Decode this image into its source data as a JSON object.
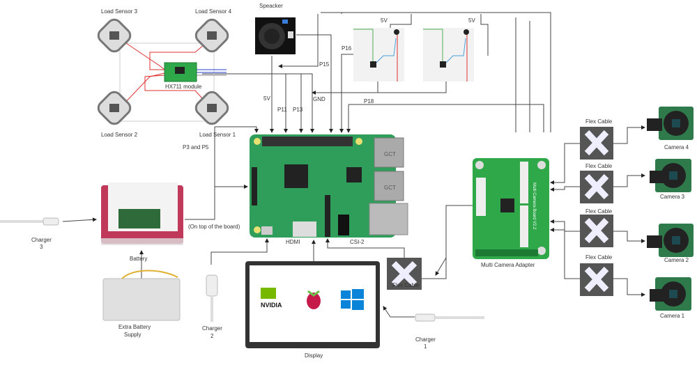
{
  "labels": {
    "load_sensor_3": "Load Sensor 3",
    "load_sensor_4": "Load Sensor 4",
    "load_sensor_2": "Load Sensor 2",
    "load_sensor_1": "Load Sensor 1",
    "hx711": "HX711 module",
    "speaker": "Speacker",
    "v5_a": "5V",
    "v5_b": "5V",
    "v5_pi": "5V",
    "p11": "P11",
    "p13": "P13",
    "gnd": "GND",
    "p15": "P15",
    "p16": "P16",
    "p18": "P18",
    "p3_p5": "P3 and P5",
    "on_top": "(On top of the board)",
    "hdmi": "HDMI",
    "csi2": "CSI-2",
    "battery": "Battery",
    "charger3": [
      "Charger",
      "3"
    ],
    "extra_battery": [
      "Extra Battery",
      "Supply"
    ],
    "charger2": [
      "Charger",
      "2"
    ],
    "display": "Display",
    "charger1": [
      "Charger",
      "1"
    ],
    "flex_cable_pi": "Flex Cable",
    "multi_camera_adapter": "Multi Camera Adapter",
    "flex_cables": [
      "Flex Cable",
      "Flex Cable",
      "Flex Cable",
      "Flex Cable"
    ],
    "cameras": [
      "Camera 4",
      "Camera 3",
      "Camera 2",
      "Camera 1"
    ]
  },
  "display_logos": {
    "nvidia": "NVIDIA"
  },
  "board_text": {
    "usb": "GCT",
    "adapter": "Multi Camera Board V2.2"
  },
  "colors": {
    "pcb_green": "#2f9e5a",
    "adapter_green": "#2fa84a",
    "wire": "#444444",
    "red_wire": "#e03030",
    "blue_wire": "#2040d0"
  }
}
